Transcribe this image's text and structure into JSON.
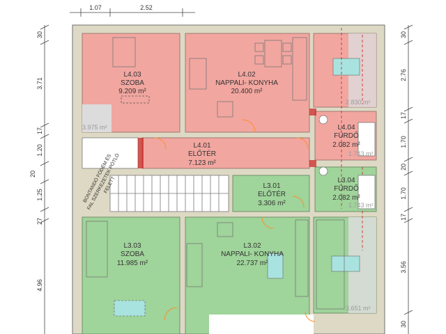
{
  "colors": {
    "wall": "#ddd9c4",
    "wall_stroke": "#6f6f6f",
    "red_room": "#f2a6a0",
    "green_room": "#9fd49a",
    "cyan_furniture": "#a9e3df",
    "balcony": "#dcdcdc",
    "door_orange": "#ff8c2a",
    "accent_red": "#cc1f1f"
  },
  "rooms": {
    "l403": {
      "code": "L4.03",
      "name": "SZOBA",
      "area": "9.209 m²"
    },
    "l402": {
      "code": "L4.02",
      "name": "NAPPALI- KONYHA",
      "area": "20.400 m²"
    },
    "l401": {
      "code": "L4.01",
      "name": "ELŐTÉR",
      "area": "7.123 m²"
    },
    "l404": {
      "code": "L4.04",
      "name": "FÜRDŐ",
      "area": "2.082 m²"
    },
    "l301": {
      "code": "L3.01",
      "name": "ELŐTÉR",
      "area": "3.306 m²"
    },
    "l304": {
      "code": "L3.04",
      "name": "FÜRDŐ",
      "area": "2.082 m²"
    },
    "l303": {
      "code": "L3.03",
      "name": "SZOBA",
      "area": "11.985 m²"
    },
    "l302": {
      "code": "L3.02",
      "name": "NAPPALI- KONYHA",
      "area": "22.737 m²"
    }
  },
  "small_areas": {
    "a3975": "3.975 m²",
    "a2830": "2.830 m²",
    "a1743_top": "1.743 m²",
    "a1743_bottom": "1.743 m²",
    "a3651": "3.651 m²"
  },
  "note": {
    "line1": "BONTANDÓ FÖDÉM ÉS",
    "line2": "FAL SZERKEZETEK PÓTLÓ",
    "line3": "FELETT"
  },
  "dimensions": {
    "top": [
      "1.07",
      "2.52"
    ],
    "left": [
      "30",
      "3.71",
      "17",
      "1.20",
      "20",
      "1.25",
      "27",
      "4.96"
    ],
    "right": [
      "30",
      "2.76",
      "17",
      "1.70",
      "20",
      "1.70",
      "17",
      "3.56",
      "30"
    ]
  }
}
